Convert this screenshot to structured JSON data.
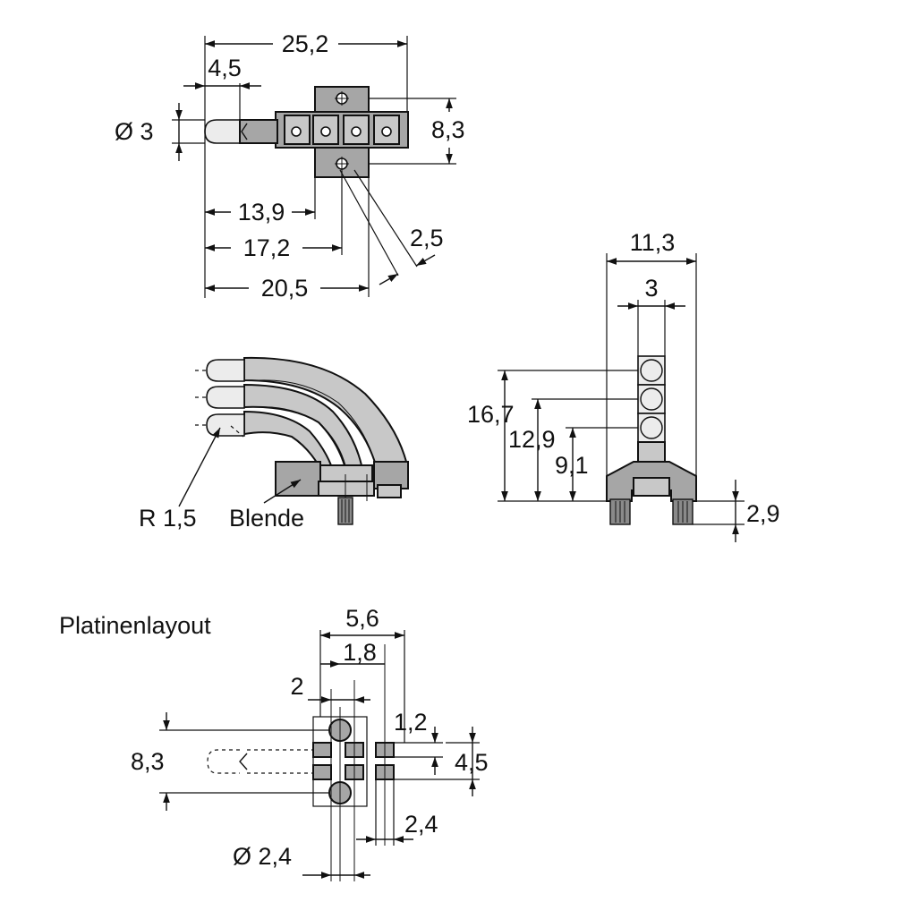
{
  "top_view": {
    "dim_total_length": "25,2",
    "dim_led_length": "4,5",
    "dim_led_diameter": "Ø 3",
    "dim_height": "8,3",
    "dim_to_block": "13,9",
    "dim_to_pin": "17,2",
    "dim_to_pin_far": "20,5",
    "dim_pin_pitch": "2,5"
  },
  "side_view": {
    "label_radius": "R 1,5",
    "label_blende": "Blende"
  },
  "front_view": {
    "dim_width": "11,3",
    "dim_led_width": "3",
    "dim_h_top": "16,7",
    "dim_h_mid": "12,9",
    "dim_h_low": "9,1",
    "dim_pin_length": "2,9"
  },
  "layout": {
    "title": "Platinenlayout",
    "dim_5_6": "5,6",
    "dim_1_8": "1,8",
    "dim_2": "2",
    "dim_1_2": "1,2",
    "dim_8_3": "8,3",
    "dim_4_5": "4,5",
    "dim_2_4": "2,4",
    "dim_hole_diameter": "Ø 2,4"
  }
}
